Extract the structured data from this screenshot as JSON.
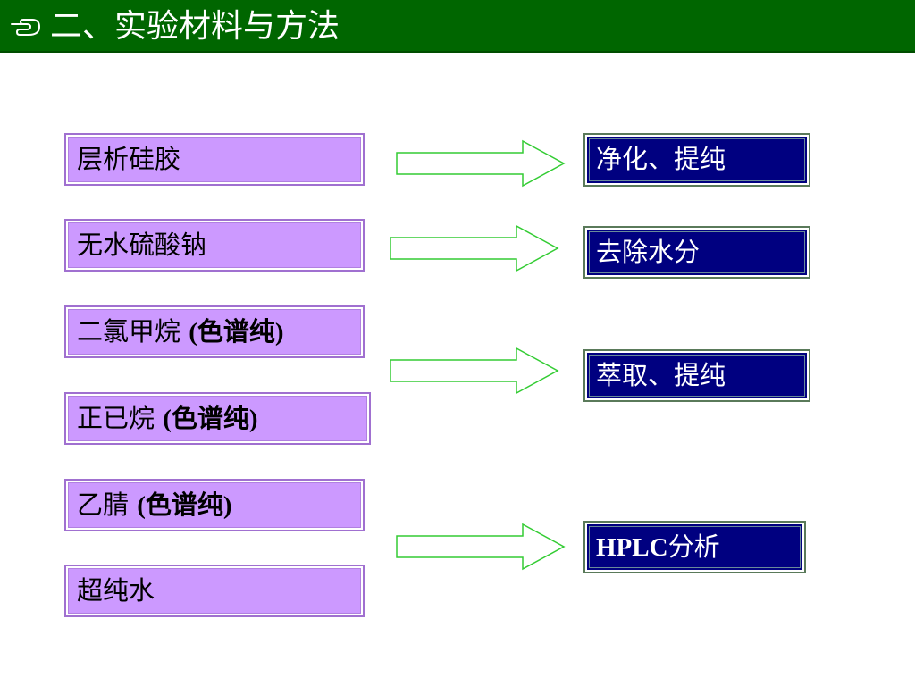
{
  "slide": {
    "title": "二、实验材料与方法",
    "title_icon": "pointing-hand-icon",
    "colors": {
      "title_bar": "#006600",
      "material_box": "#cc99ff",
      "result_box": "#000080",
      "arrow_stroke": "#33cc33"
    }
  },
  "materials": [
    {
      "name": "层析硅胶",
      "suffix": ""
    },
    {
      "name": "无水硫酸钠",
      "suffix": ""
    },
    {
      "name": "二氯甲烷 ",
      "suffix": "(色谱纯)"
    },
    {
      "name": "正已烷 ",
      "suffix": "(色谱纯)"
    },
    {
      "name": "乙腈 ",
      "suffix": "(色谱纯)"
    },
    {
      "name": "超纯水",
      "suffix": ""
    }
  ],
  "results": [
    {
      "latin": "",
      "label": "净化、提纯"
    },
    {
      "latin": "",
      "label": "去除水分"
    },
    {
      "latin": "",
      "label": "萃取、提纯"
    },
    {
      "latin": "HPLC",
      "label": "分析"
    }
  ]
}
